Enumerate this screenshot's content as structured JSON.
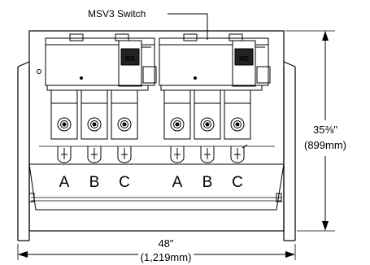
{
  "callout": {
    "label": "MSV3 Switch"
  },
  "height_dimension": {
    "imperial": "35⅜\"",
    "metric": "(899mm)"
  },
  "width_dimension": {
    "imperial": "48\"",
    "metric": "(1,219mm)"
  },
  "phase_labels": [
    "A",
    "B",
    "C",
    "A",
    "B",
    "C"
  ],
  "switch_unit_labels": [
    "MS",
    "MS"
  ]
}
